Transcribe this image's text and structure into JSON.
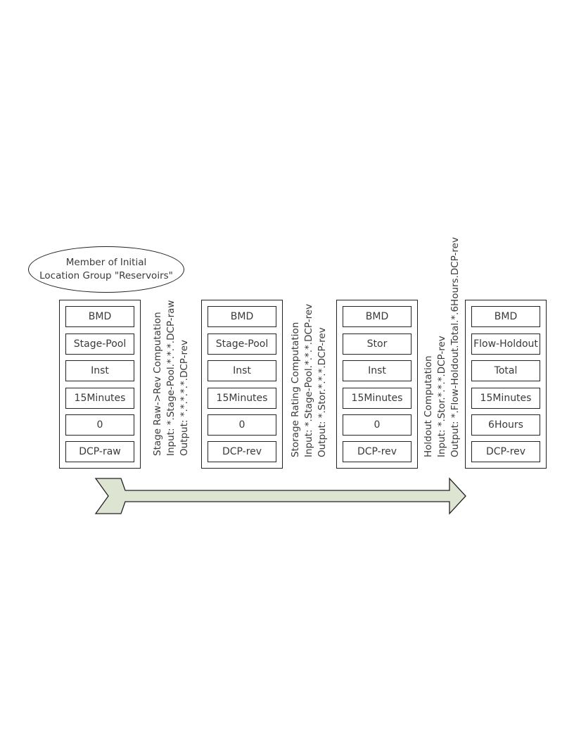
{
  "group_label": {
    "line1": "Member of Initial",
    "line2": "Location Group \"Reservoirs\""
  },
  "stacks": [
    {
      "cells": [
        "BMD",
        "Stage-Pool",
        "Inst",
        "15Minutes",
        "0",
        "DCP-raw"
      ]
    },
    {
      "cells": [
        "BMD",
        "Stage-Pool",
        "Inst",
        "15Minutes",
        "0",
        "DCP-rev"
      ]
    },
    {
      "cells": [
        "BMD",
        "Stor",
        "Inst",
        "15Minutes",
        "0",
        "DCP-rev"
      ]
    },
    {
      "cells": [
        "BMD",
        "Flow-Holdout",
        "Total",
        "15Minutes",
        "6Hours",
        "DCP-rev"
      ]
    }
  ],
  "computations": [
    {
      "title": "Stage Raw->Rev Computation",
      "input": "Input: *.Stage-Pool.*.*.*.DCP-raw",
      "output": "Output: *.*.*.*.*.DCP-rev"
    },
    {
      "title": "Storage Rating Computation",
      "input": "Input: *.Stage-Pool.*.*.*.DCP-rev",
      "output": "Output: *.Stor.*.*.*.DCP-rev"
    },
    {
      "title": "Holdout Computation",
      "input": "Input: *.Stor.*.*.*.DCP-rev",
      "output": "Output: *.Flow-Holdout.Total.*.6Hours.DCP-rev"
    }
  ],
  "colors": {
    "arrow_fill": "#dde5d2",
    "stroke": "#222222",
    "text": "#3a3a3a"
  }
}
